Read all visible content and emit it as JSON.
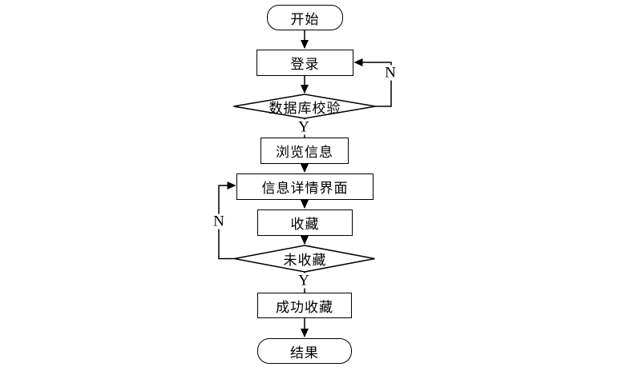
{
  "flowchart": {
    "nodes": [
      {
        "id": "start",
        "type": "terminator",
        "label": "开始"
      },
      {
        "id": "login",
        "type": "process",
        "label": "登录"
      },
      {
        "id": "db-check",
        "type": "decision",
        "label": "数据库校验"
      },
      {
        "id": "browse-info",
        "type": "process",
        "label": "浏览信息"
      },
      {
        "id": "info-detail",
        "type": "process",
        "label": "信息详情界面"
      },
      {
        "id": "collect",
        "type": "process",
        "label": "收藏"
      },
      {
        "id": "not-collected",
        "type": "decision",
        "label": "未收藏"
      },
      {
        "id": "collect-success",
        "type": "process",
        "label": "成功收藏"
      },
      {
        "id": "result",
        "type": "terminator",
        "label": "结果"
      }
    ],
    "branch_labels": [
      {
        "id": "db-check-no",
        "text": "N"
      },
      {
        "id": "db-check-yes",
        "text": "Y"
      },
      {
        "id": "not-collected-no",
        "text": "N"
      },
      {
        "id": "not-collected-yes",
        "text": "Y"
      }
    ],
    "colors": {
      "stroke": "#000000",
      "node_fill": "#ffffff",
      "text": "#000000"
    }
  }
}
